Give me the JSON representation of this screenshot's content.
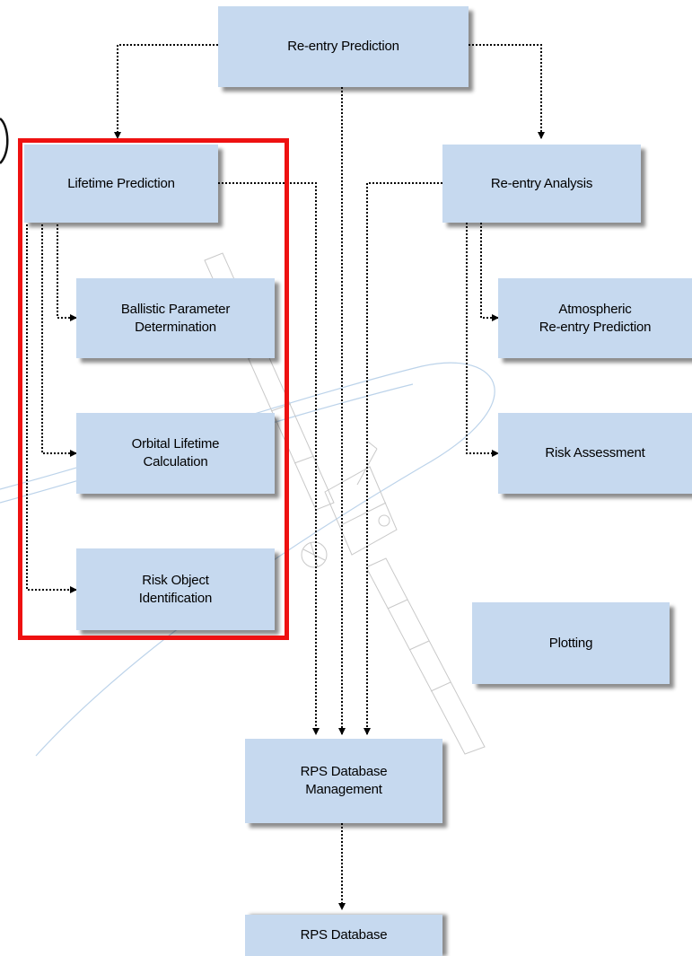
{
  "colors": {
    "box_fill": "#c6d9ef",
    "connector": "#000000",
    "highlight_border": "#ee1111",
    "background_art": "#bcd3ea"
  },
  "nodes": {
    "reentry_prediction": "Re-entry Prediction",
    "lifetime_prediction": "Lifetime Prediction",
    "reentry_analysis": "Re-entry Analysis",
    "ballistic_parameter": "Ballistic Parameter\nDetermination",
    "orbital_lifetime": "Orbital Lifetime\nCalculation",
    "risk_object": "Risk Object\nIdentification",
    "atmospheric_reentry": "Atmospheric\nRe-entry Prediction",
    "risk_assessment": "Risk Assessment",
    "plotting": "Plotting",
    "rps_db_management": "RPS Database\nManagement",
    "rps_database": "RPS Database"
  }
}
